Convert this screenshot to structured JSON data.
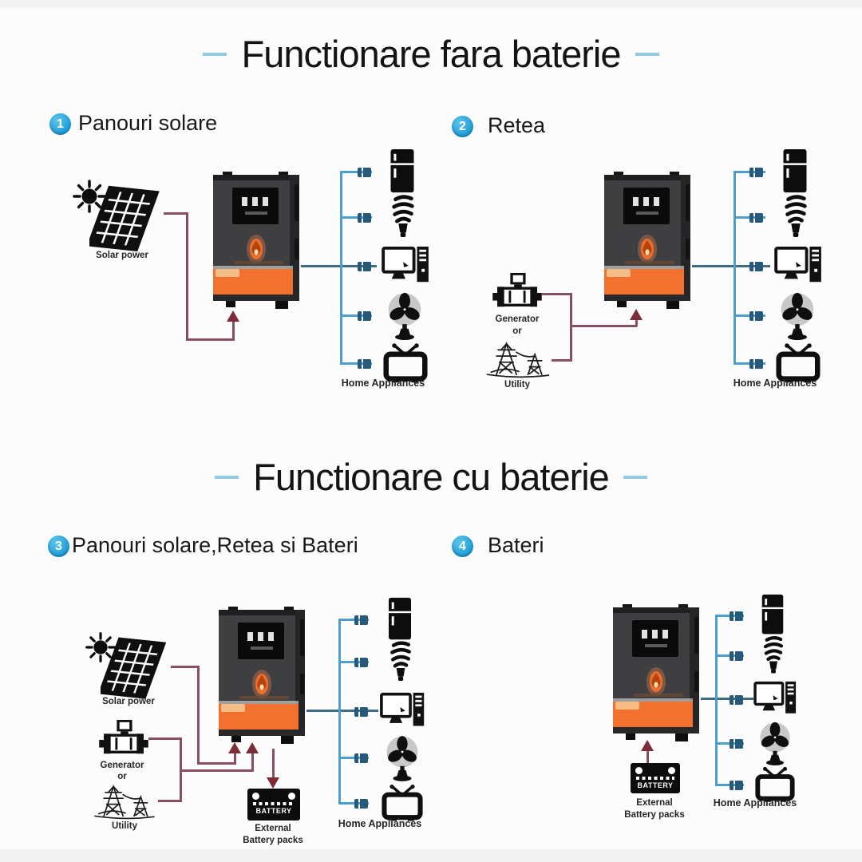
{
  "page": {
    "background": "#fcfcfc"
  },
  "titles": {
    "section1": "Functionare fara baterie",
    "section2": "Functionare cu baterie"
  },
  "scenarios": [
    {
      "number": "1",
      "label": "Panouri solare"
    },
    {
      "number": "2",
      "label": "Retea"
    },
    {
      "number": "3",
      "label": "Panouri solare,Retea si Bateri"
    },
    {
      "number": "4",
      "label": "Bateri"
    }
  ],
  "captions": {
    "solar": "Solar power",
    "generator": "Generator",
    "or": "or",
    "utility": "Utility",
    "home_appliances": "Home Appliances",
    "battery": "BATTERY",
    "battery_pack_line1": "External",
    "battery_pack_line2": "Battery packs"
  },
  "icons": [
    "sun-icon",
    "solar-panel-icon",
    "generator-icon",
    "utility-icon",
    "inverter",
    "fridge-icon",
    "cfl-bulb-icon",
    "computer-icon",
    "fan-icon",
    "tv-icon",
    "battery-icon",
    "plug-icon"
  ],
  "colors": {
    "badge_blue": "#29a8de",
    "title_dash_blue": "#92cadf",
    "appliance_line_blue": "#4d9ecf",
    "inverter_output_teal": "#3e6d83",
    "source_line_maroon": "#8a4f5e",
    "arrow_red": "#7c2e38",
    "inverter_orange": "#f2712e"
  }
}
